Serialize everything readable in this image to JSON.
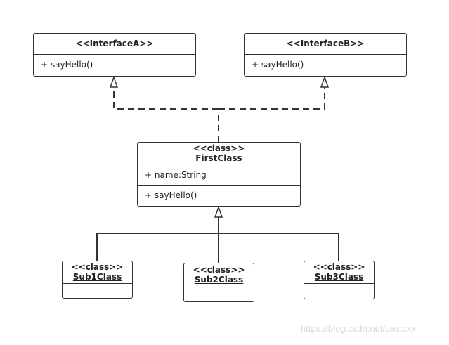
{
  "interfaceA": {
    "stereotype": "<<InterfaceA>>",
    "method": "+ sayHello()"
  },
  "interfaceB": {
    "stereotype": "<<InterfaceB>>",
    "method": "+ sayHello()"
  },
  "firstClass": {
    "stereotype": "<<class>>",
    "name": "FirstClass",
    "attribute": "+ name:String",
    "method": "+ sayHello()"
  },
  "sub1": {
    "stereotype": "<<class>>",
    "name": "Sub1Class"
  },
  "sub2": {
    "stereotype": "<<class>>",
    "name": "Sub2Class"
  },
  "sub3": {
    "stereotype": "<<class>>",
    "name": "Sub3Class"
  },
  "watermark": "https://blog.csdn.net/bestcxx",
  "colors": {
    "line": "#333333",
    "watermark": "#d8d8d8"
  }
}
